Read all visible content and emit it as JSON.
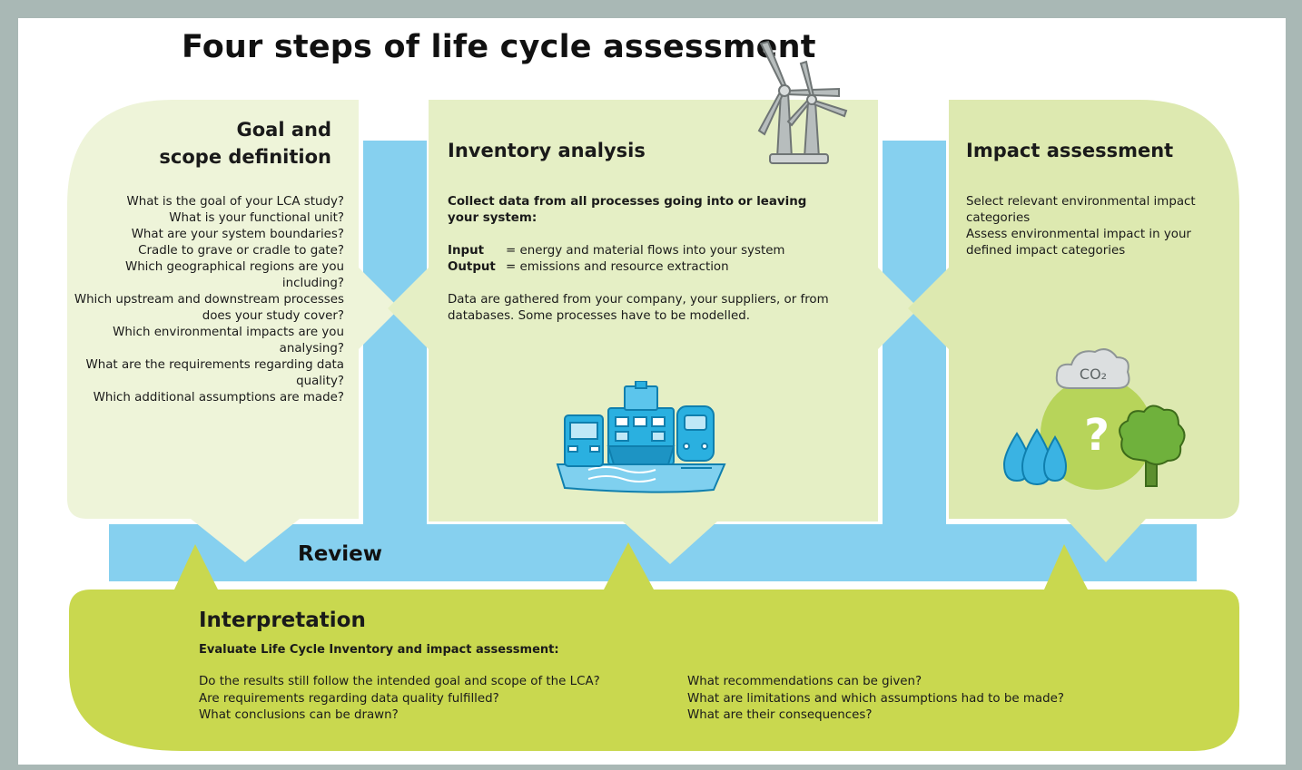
{
  "title": "Four steps of life cycle assessment",
  "goal": {
    "title_line1": "Goal and",
    "title_line2": "scope definition",
    "questions": [
      "What is the goal of your LCA study?",
      "What is your functional unit?",
      "What are your system boundaries?",
      "Cradle to grave or cradle to gate?",
      "Which geographical regions are you including?",
      "Which upstream and downstream processes does your study cover?",
      "Which environmental impacts are you analysing?",
      "What are the requirements regarding data quality?",
      "Which additional assumptions are made?"
    ]
  },
  "inventory": {
    "title": "Inventory analysis",
    "lead": "Collect data from all processes going into or leaving your system:",
    "input_key": "Input",
    "input_text": "= energy and material flows into your system",
    "output_key": "Output",
    "output_text": "= emissions and resource extraction",
    "note": "Data are gathered from your company, your suppliers, or from databases. Some processes have to be modelled."
  },
  "impact": {
    "title": "Impact assessment",
    "lines": [
      "Select relevant environmental impact categories",
      "Assess environmental impact in your defined impact categories"
    ],
    "co2_label": "CO₂",
    "question_mark": "?"
  },
  "review": {
    "label": "Review"
  },
  "interpretation": {
    "title": "Interpretation",
    "lead": "Evaluate Life Cycle Inventory and impact assessment:",
    "col1": [
      "Do the results still follow the intended goal and scope of the LCA?",
      "Are requirements regarding data quality fulfilled?",
      "What conclusions can be drawn?"
    ],
    "col2": [
      "What recommendations can be given?",
      "What are limitations and which assumptions had to be made?",
      "What are their consequences?"
    ]
  },
  "colors": {
    "frame": "#a9b8b5",
    "review_blue": "#86d0ef",
    "goal_fill": "#eef4d9",
    "inventory_fill": "#e5efc5",
    "impact_fill": "#dde9b0",
    "interpretation_fill": "#c9d84f",
    "icon_blue": "#2ab0e0",
    "tree_green": "#6fb13c",
    "turbine_grey": "#9aa0a0"
  },
  "icons": [
    "wind-turbine-icon",
    "transport-icon",
    "co2-cloud-icon",
    "water-drops-icon",
    "tree-icon",
    "question-circle-icon"
  ]
}
